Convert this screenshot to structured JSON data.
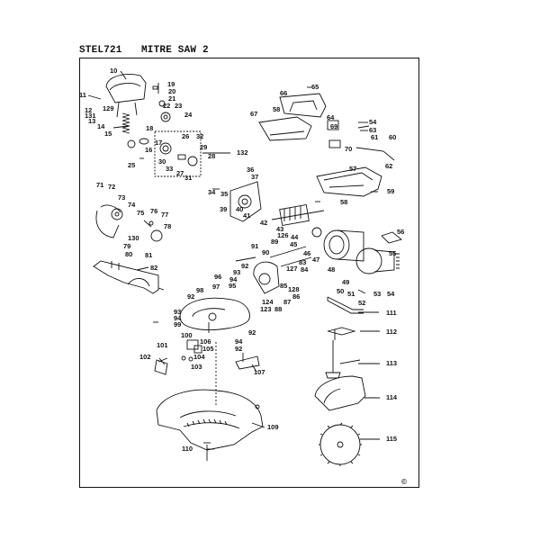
{
  "header": {
    "model": "STEL721",
    "title": "MITRE SAW 2"
  },
  "copyright": "©",
  "part_numbers": {
    "p10": "10",
    "p11": "11",
    "p12": "12",
    "p13": "13",
    "p14": "14",
    "p15": "15",
    "p16": "16",
    "p17": "17",
    "p18": "18",
    "p19": "19",
    "p20": "20",
    "p21": "21",
    "p22": "22",
    "p23": "23",
    "p24": "24",
    "p25": "25",
    "p26": "26",
    "p27": "27",
    "p28": "28",
    "p29": "29",
    "p30": "30",
    "p31": "31",
    "p32": "32",
    "p33": "33",
    "p34": "34",
    "p35": "35",
    "p36": "36",
    "p37": "37",
    "p39": "39",
    "p40": "40",
    "p41": "41",
    "p42": "42",
    "p43": "43",
    "p44": "44",
    "p45": "45",
    "p46": "46",
    "p47": "47",
    "p48": "48",
    "p49": "49",
    "p50": "50",
    "p51": "51",
    "p52": "52",
    "p53": "53",
    "p54a": "54",
    "p54b": "54",
    "p55": "55",
    "p56": "56",
    "p57": "57",
    "p58a": "58",
    "p58b": "58",
    "p59": "59",
    "p60": "60",
    "p61": "61",
    "p62": "62",
    "p63": "63",
    "p64": "64",
    "p65": "65",
    "p66": "66",
    "p67": "67",
    "p69": "69",
    "p70": "70",
    "p71": "71",
    "p72": "72",
    "p73": "73",
    "p74": "74",
    "p75": "75",
    "p76": "76",
    "p77": "77",
    "p78": "78",
    "p79": "79",
    "p80": "80",
    "p81": "81",
    "p82": "82",
    "p83": "83",
    "p84": "84",
    "p85": "85",
    "p86": "86",
    "p87": "87",
    "p88": "88",
    "p89": "89",
    "p90": "90",
    "p91": "91",
    "p92a": "92",
    "p92b": "92",
    "p92c": "92",
    "p92d": "92",
    "p93a": "93",
    "p93b": "93",
    "p94a": "94",
    "p94b": "94",
    "p94c": "94",
    "p95": "95",
    "p96": "96",
    "p97": "97",
    "p98": "98",
    "p99": "99",
    "p100": "100",
    "p101": "101",
    "p102": "102",
    "p103": "103",
    "p104": "104",
    "p105": "105",
    "p106": "106",
    "p107": "107",
    "p109": "109",
    "p110": "110",
    "p111": "111",
    "p112": "112",
    "p113": "113",
    "p114": "114",
    "p115": "115",
    "p123": "123",
    "p124": "124",
    "p126": "126",
    "p127": "127",
    "p128": "128",
    "p129": "129",
    "p130": "130",
    "p131": "131",
    "p132": "132"
  }
}
